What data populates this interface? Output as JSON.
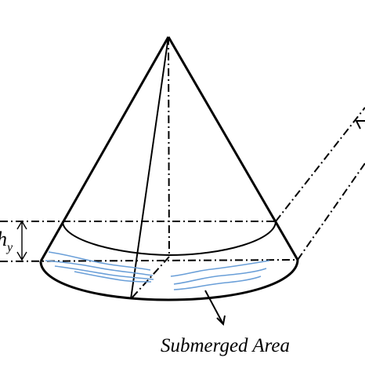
{
  "labels": {
    "height_symbol": "h",
    "height_subscript": "y",
    "submerged_caption": "Submerged Area"
  },
  "colors": {
    "line": "#000000",
    "water": "#6a9fd8",
    "background": "#ffffff"
  }
}
